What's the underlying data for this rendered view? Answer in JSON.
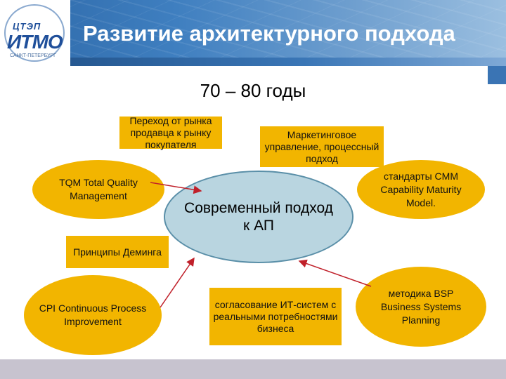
{
  "header": {
    "title": "Развитие архитектурного подхода",
    "logo_text": "ЦТЭП ИТМО Санкт-Петербург"
  },
  "subtitle": "70 – 80 годы",
  "center": "Современный подход к АП",
  "boxes": {
    "market_shift": "Переход от рынка продавца к рынку покупателя",
    "marketing_mgmt": "Маркетинговое управление, процессный подход",
    "tqm": "TQM Total Quality Management",
    "deming": "Принципы Деминга",
    "cmm": "стандарты CMM Capability Maturity Model.",
    "cpi": "CPI Continuous Process Improvement",
    "bsp": "методика BSP Business Systems Planning",
    "it_alignment": "согласование ИТ-систем с реальными потребностями бизнеса"
  },
  "colors": {
    "shape_fill": "#f2b500",
    "center_fill": "#b9d5e0",
    "arrow": "#c0202a",
    "header": "#3f7fc0"
  }
}
